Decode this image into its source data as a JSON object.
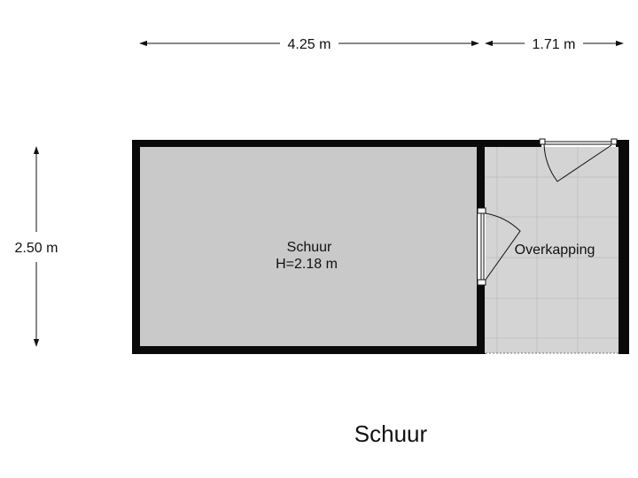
{
  "dimensions": {
    "top_left": "4.25 m",
    "top_right": "1.71 m",
    "left": "2.50 m"
  },
  "rooms": [
    {
      "name": "Schuur",
      "height": "H=2.18 m"
    },
    {
      "name": "Overkapping"
    }
  ],
  "plan_title": "Schuur",
  "colors": {
    "wall": "#0a0a0a",
    "room_fill": "#c9c9c9",
    "covered_fill": "#d4d4d4",
    "tile_line": "#bdbdbd"
  }
}
